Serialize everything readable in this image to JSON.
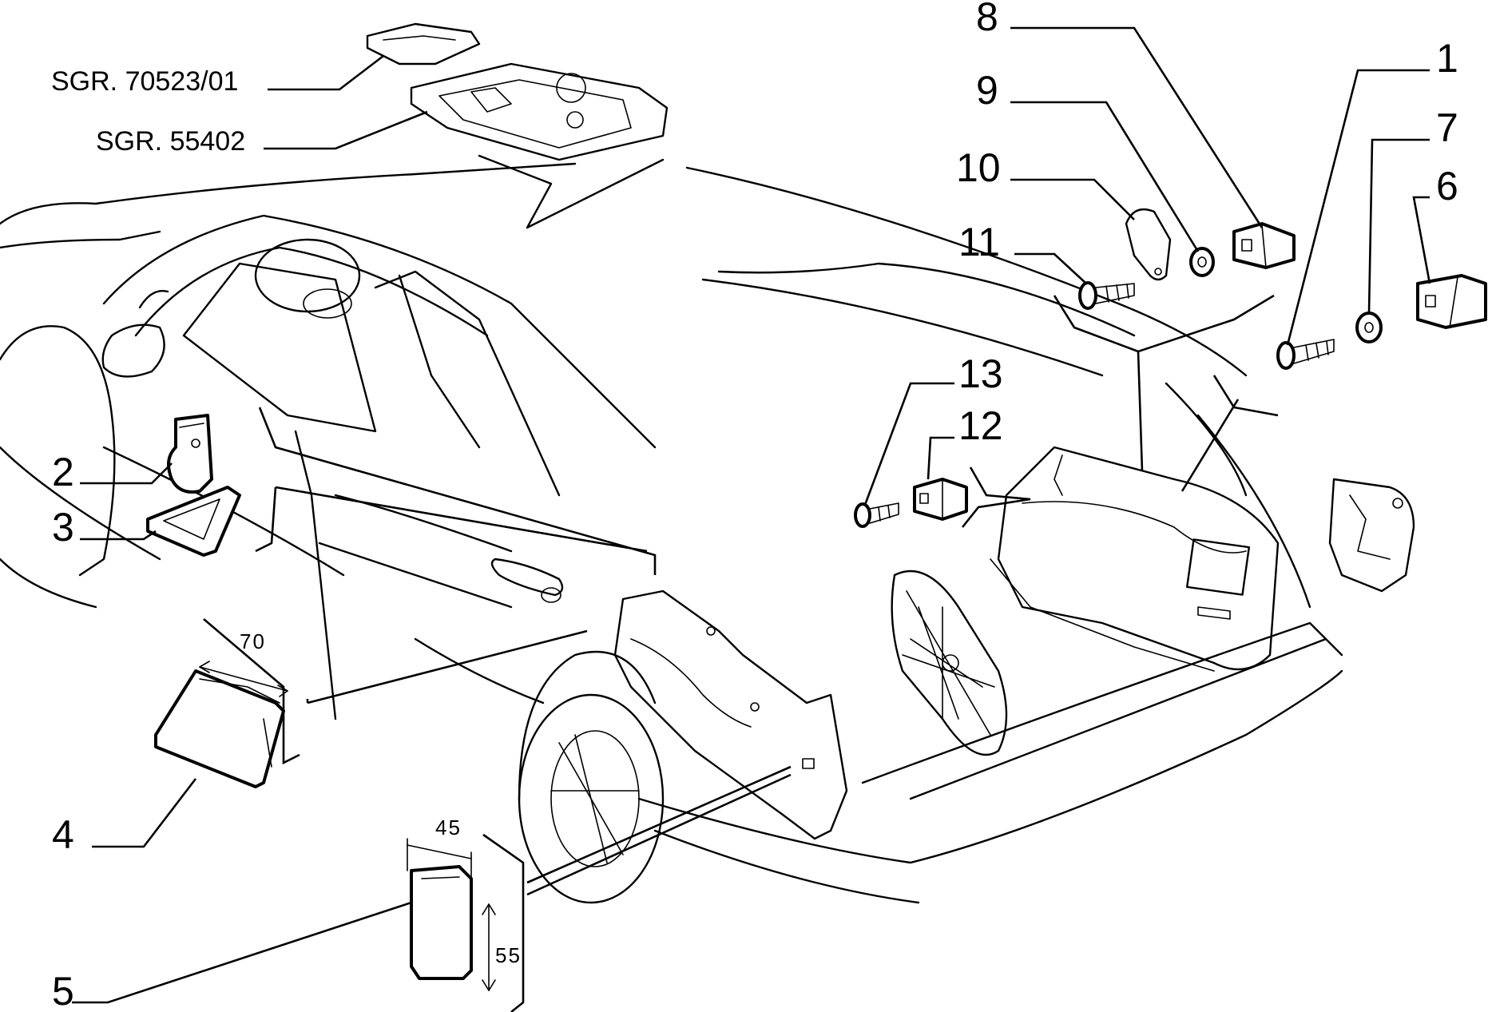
{
  "references": {
    "upper_group": "SGR. 70523/01",
    "lower_group": "SGR. 55402"
  },
  "callouts": [
    "1",
    "2",
    "3",
    "4",
    "5",
    "6",
    "7",
    "8",
    "9",
    "10",
    "11",
    "12",
    "13"
  ],
  "dimensions": {
    "cover_4_width": "70",
    "cover_5_width": "45",
    "cover_5_height": "55"
  }
}
